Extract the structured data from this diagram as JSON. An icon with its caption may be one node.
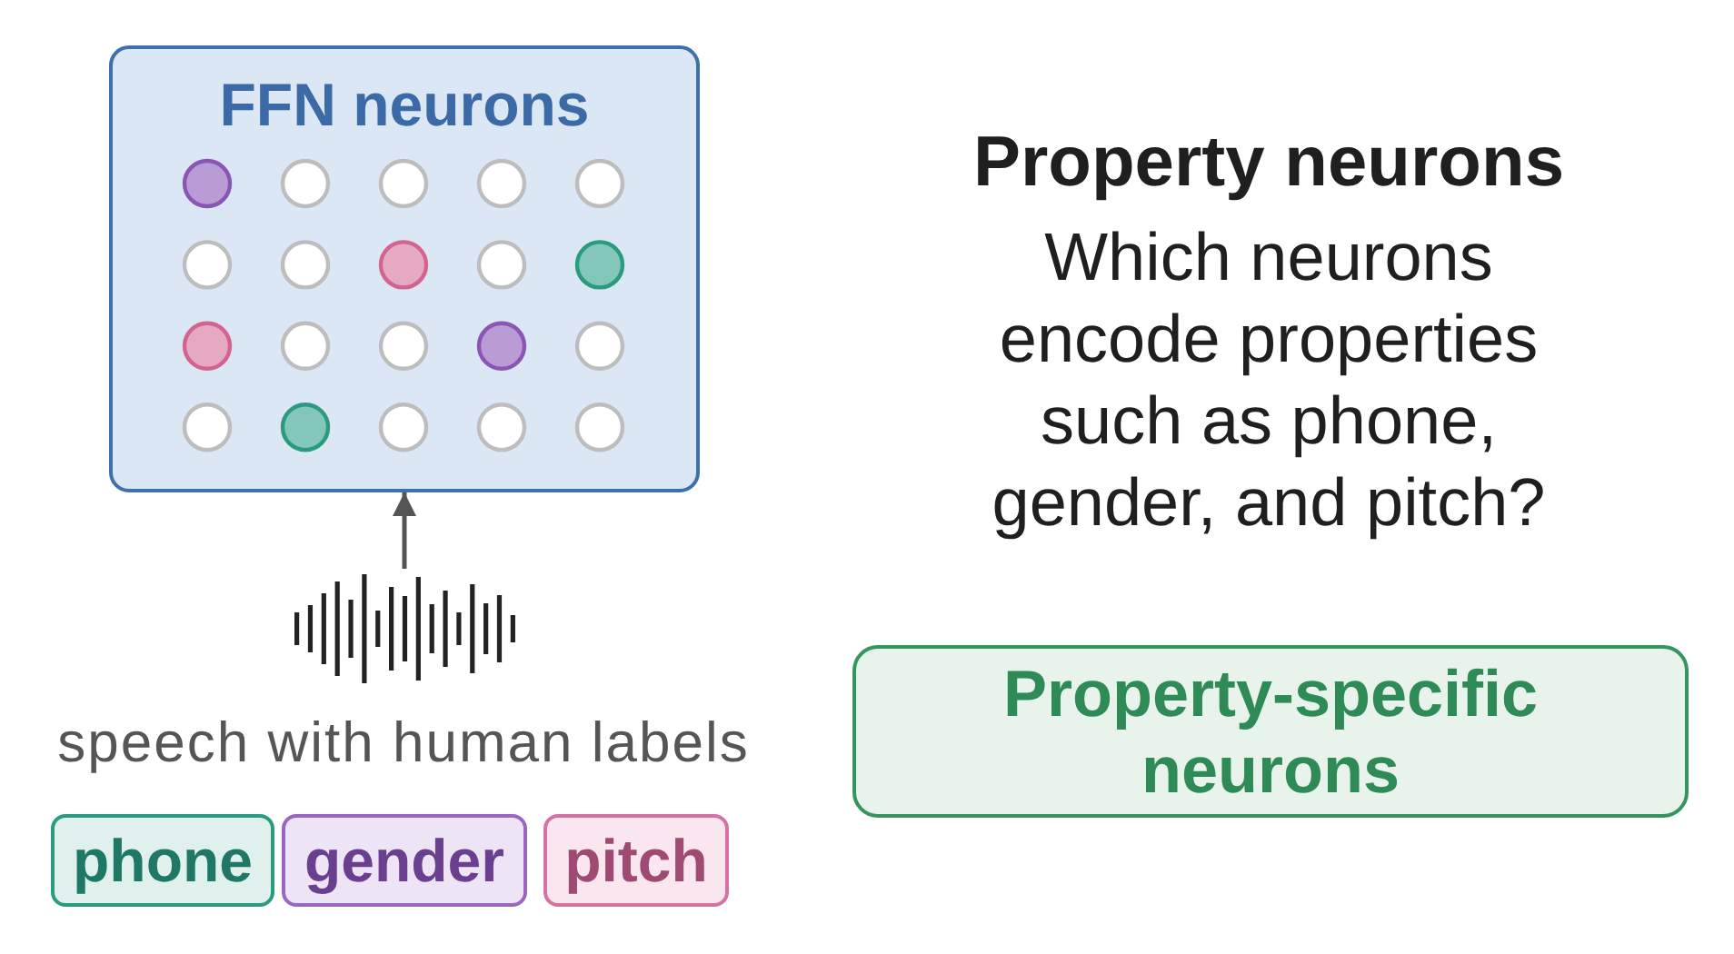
{
  "diagram": {
    "nodes": [
      {
        "text": [
          "FFN neurons"
        ]
      },
      {
        "text": [],
        "shape": "picture",
        "beside": [
          "speech with human labels"
        ]
      },
      {
        "text": [
          "phone"
        ]
      },
      {
        "text": [
          "gender"
        ]
      },
      {
        "text": [
          "pitch"
        ]
      },
      {
        "text": [
          "Property-specific neurons"
        ]
      }
    ],
    "edges": [
      {
        "from": 1,
        "to": 0,
        "arrow": "to"
      }
    ],
    "labels": [
      "Property neurons",
      "Which neurons encode properties such as phone, gender, and pitch?"
    ]
  }
}
